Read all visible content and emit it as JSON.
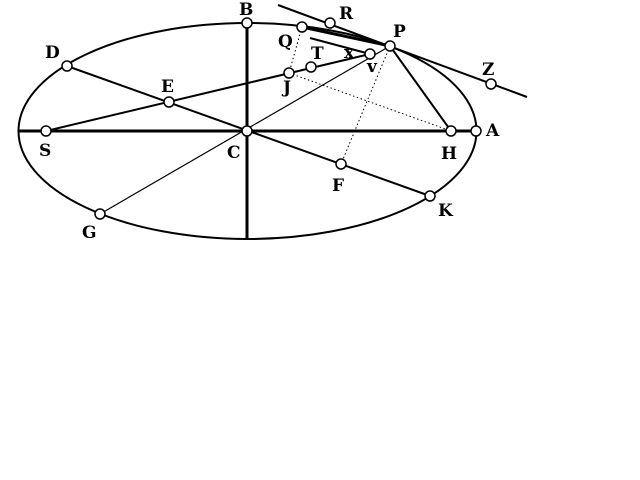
{
  "diagram": {
    "labels": {
      "B": "B",
      "R": "R",
      "Q": "Q",
      "P": "P",
      "D": "D",
      "T": "T",
      "x": "x",
      "v": "v",
      "E": "E",
      "J": "J",
      "Z": "Z",
      "A": "A",
      "S": "S",
      "C": "C",
      "H": "H",
      "F": "F",
      "K": "K",
      "G": "G"
    }
  }
}
